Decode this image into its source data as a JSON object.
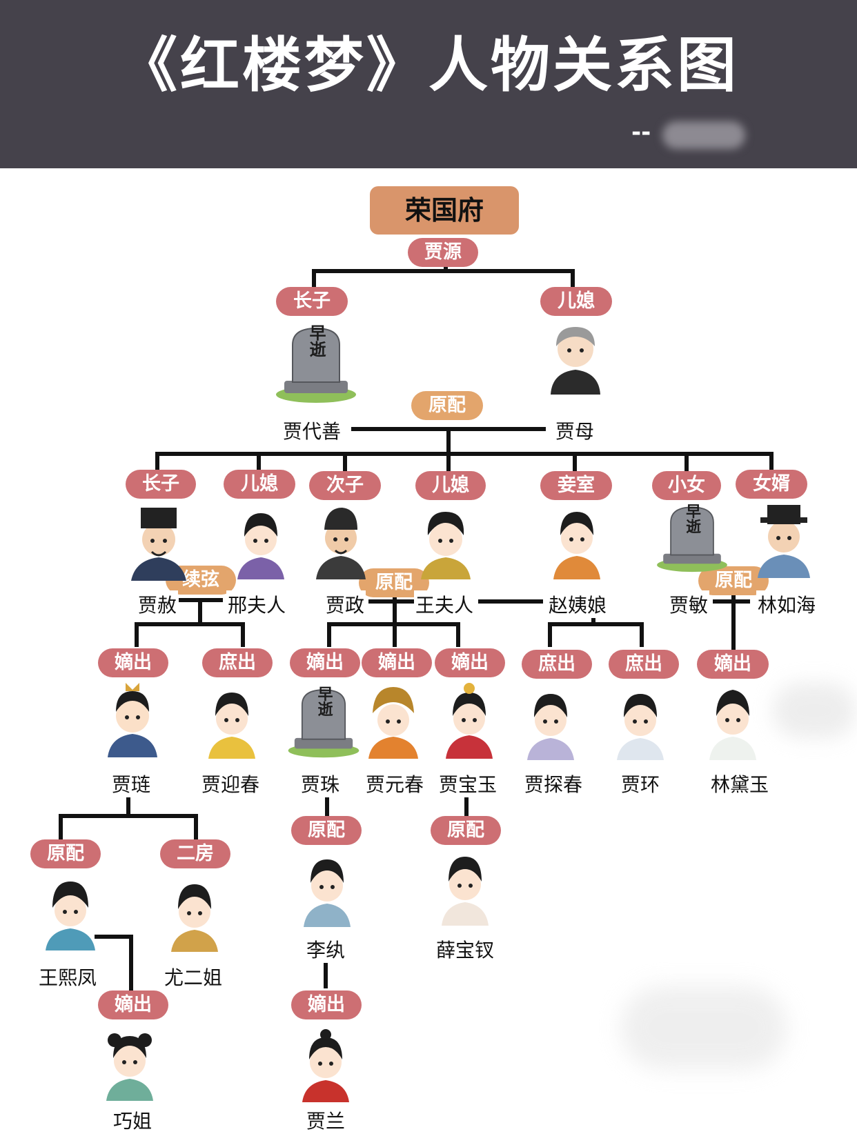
{
  "header": {
    "title": "《红楼梦》人物关系图",
    "author_prefix": "--"
  },
  "house": "荣国府",
  "labels": {
    "jia_yuan": "贾源",
    "eldest_son_1": "长子",
    "daughter_in_law_1": "儿媳",
    "early_death": "早逝",
    "wife_1": "原配",
    "eldest_son_2": "长子",
    "daughter_in_law_2": "儿媳",
    "second_son": "次子",
    "daughter_in_law_3": "儿媳",
    "concubine": "妾室",
    "youngest_daughter": "小女",
    "son_in_law": "女婿",
    "second_marriage": "续弦",
    "wife_2": "原配",
    "wife_3": "原配",
    "legit_1": "嫡出",
    "illegit_1": "庶出",
    "legit_2": "嫡出",
    "legit_3": "嫡出",
    "legit_4": "嫡出",
    "illegit_2": "庶出",
    "illegit_3": "庶出",
    "legit_5": "嫡出",
    "wife_4": "原配",
    "wife_5": "原配",
    "wife_6": "原配",
    "second_wife": "二房",
    "legit_6": "嫡出",
    "legit_7": "嫡出"
  },
  "people": {
    "jia_daishan": "贾代善",
    "jia_mu": "贾母",
    "jia_she": "贾赦",
    "xing_furen": "邢夫人",
    "jia_zheng": "贾政",
    "wang_furen": "王夫人",
    "zhao_yiniang": "赵姨娘",
    "jia_min": "贾敏",
    "lin_ruhai": "林如海",
    "jia_lian": "贾琏",
    "jia_yingchun": "贾迎春",
    "jia_zhu": "贾珠",
    "jia_yuanchun": "贾元春",
    "jia_baoyu": "贾宝玉",
    "jia_tanchun": "贾探春",
    "jia_huan": "贾环",
    "lin_daiyu": "林黛玉",
    "wang_xifeng": "王熙凤",
    "you_erjie": "尤二姐",
    "li_wan": "李纨",
    "xue_baochai": "薛宝钗",
    "qiao_jie": "巧姐",
    "jia_lan": "贾兰"
  },
  "colors": {
    "header_bg": "#45424b",
    "relation_pill": "#cd6f73",
    "marriage_pill": "#e3a56c",
    "house_box": "#d9956b"
  }
}
